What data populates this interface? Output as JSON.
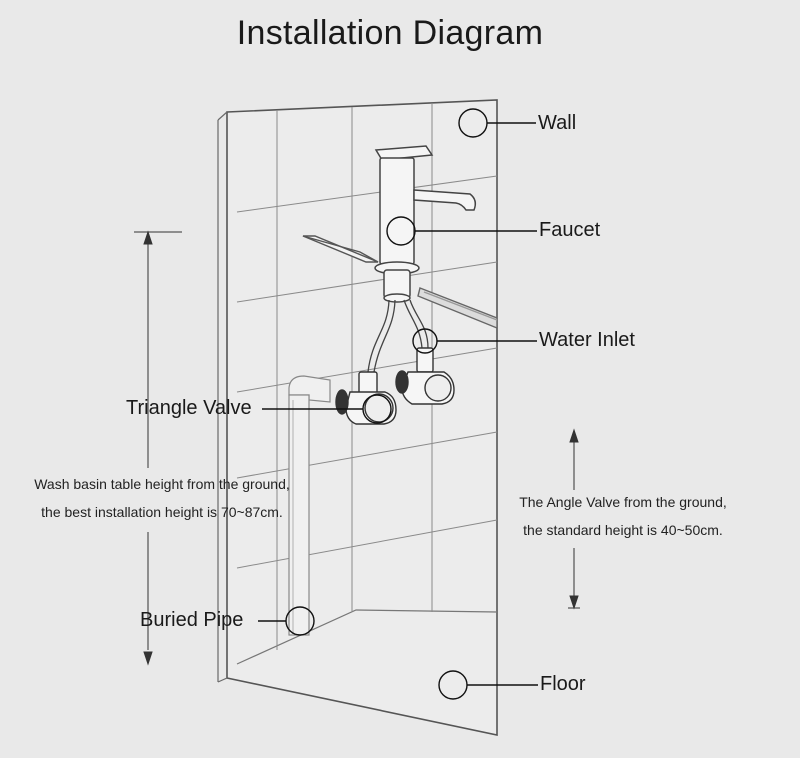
{
  "title": "Installation Diagram",
  "callouts": {
    "wall": "Wall",
    "faucet": "Faucet",
    "water_inlet": "Water Inlet",
    "triangle_valve": "Triangle Valve",
    "buried_pipe": "Buried Pipe",
    "floor": "Floor"
  },
  "notes": {
    "basin_height": {
      "line1": "Wash basin table height from the ground,",
      "line2": "the best installation height is 70~87cm."
    },
    "angle_valve_height": {
      "line1": "The Angle Valve from the ground,",
      "line2": "the standard height is 40~50cm."
    }
  },
  "colors": {
    "background": "#e9e9e9",
    "line": "#555555",
    "text": "#1a1a1a"
  }
}
